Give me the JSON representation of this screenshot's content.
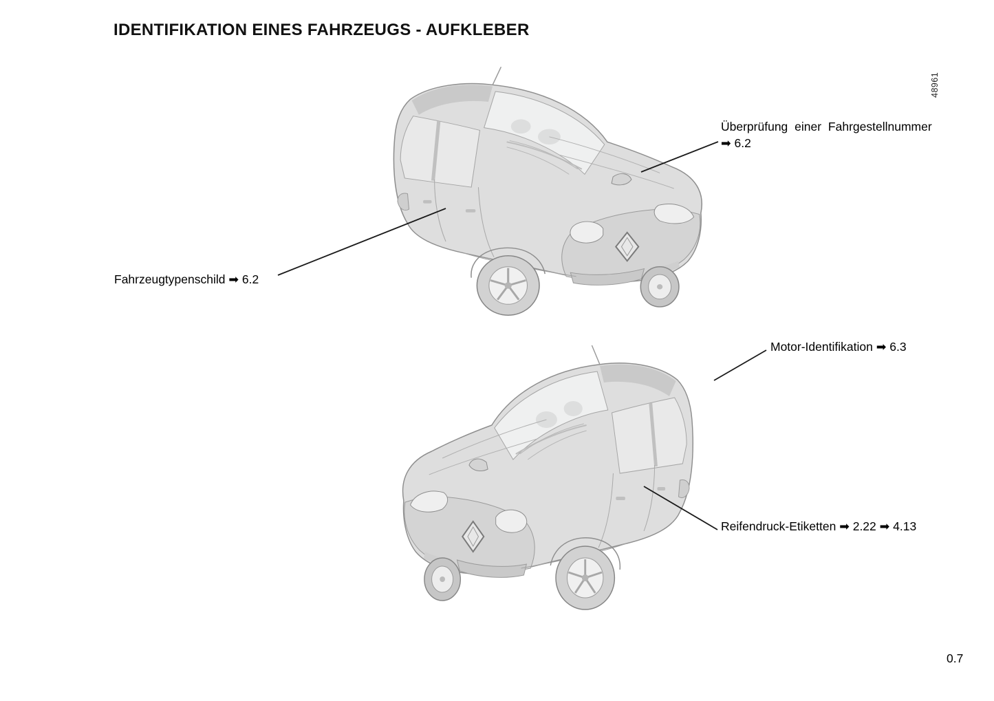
{
  "page": {
    "title": "IDENTIFIKATION EINES FAHRZEUGS - AUFKLEBER",
    "page_number": "0.7",
    "figure_id": "48961"
  },
  "callouts": {
    "vin_check": {
      "label": "Überprüfung einer Fahrgestellnummer",
      "ref": "➡ 6.2"
    },
    "type_plate": {
      "label": "Fahrzeugtypenschild",
      "ref": "➡ 6.2"
    },
    "engine_id": {
      "label": "Motor-Identifikation",
      "ref": "➡ 6.3"
    },
    "tyre_pressure": {
      "label": "Reifendruck-Etiketten",
      "ref": "➡ 2.22 ➡ 4.13"
    }
  },
  "illustrations": {
    "top_car": "car-front-right-three-quarter-view",
    "bottom_car": "car-front-left-three-quarter-view"
  },
  "colors": {
    "line_art_outline": "#8e8e8e",
    "line_art_body": "#dedede",
    "leader_line": "#1a1a1a"
  }
}
